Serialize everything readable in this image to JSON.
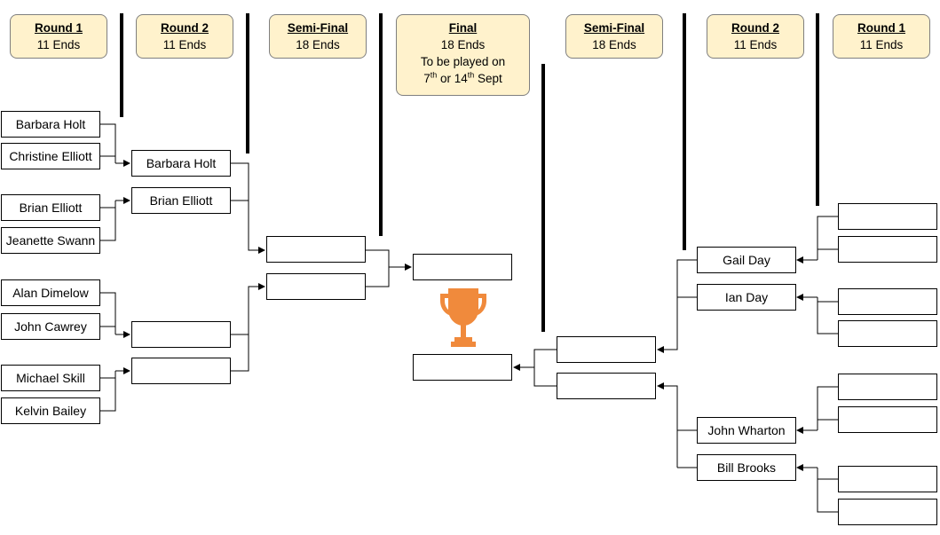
{
  "headers": {
    "left_round1": {
      "title": "Round 1",
      "line1": "11 Ends"
    },
    "left_round2": {
      "title": "Round 2",
      "line1": "11 Ends"
    },
    "left_semi": {
      "title": "Semi-Final",
      "line1": "18 Ends"
    },
    "final": {
      "title": "Final",
      "line1": "18 Ends",
      "line2": "To be played on",
      "d1": "7",
      "s1": "th",
      "mid": " or 14",
      "s2": "th",
      "end": " Sept"
    },
    "right_semi": {
      "title": "Semi-Final",
      "line1": "18 Ends"
    },
    "right_round2": {
      "title": "Round 2",
      "line1": "11 Ends"
    },
    "right_round1": {
      "title": "Round 1",
      "line1": "11 Ends"
    }
  },
  "left": {
    "round1": [
      "Barbara Holt",
      "Christine Elliott",
      "Brian Elliott",
      "Jeanette Swann",
      "Alan Dimelow",
      "John Cawrey",
      "Michael Skill",
      "Kelvin Bailey"
    ],
    "round2": [
      "Barbara Holt",
      "Brian Elliott",
      "",
      ""
    ],
    "semi": [
      "",
      ""
    ]
  },
  "final": [
    "",
    ""
  ],
  "right": {
    "round1": [
      "",
      "",
      "",
      "",
      "",
      "",
      "",
      ""
    ],
    "round2": [
      "Gail Day",
      "Ian Day",
      "John Wharton",
      "Bill Brooks"
    ],
    "semi": [
      "",
      ""
    ]
  },
  "trophy": {
    "icon": "trophy-icon",
    "color": "#f08a3c"
  },
  "colors": {
    "header_fill": "#fff2cc",
    "line": "#000000"
  }
}
